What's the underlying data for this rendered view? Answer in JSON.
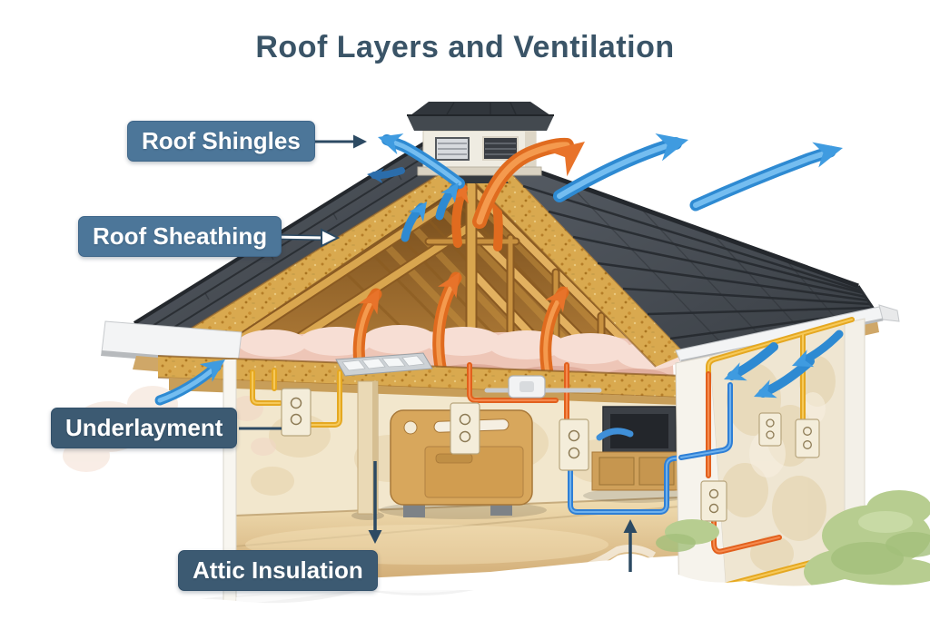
{
  "title": "Roof Layers and Ventilation",
  "labels": {
    "roof_shingles": "Roof Shingles",
    "roof_sheathing": "Roof Sheathing",
    "underlayment": "Underlayment",
    "attic_insulation": "Attic Insulation"
  },
  "colors": {
    "title_text": "#3a5467",
    "callout_box_light": "#4c7699",
    "callout_box_dark": "#3c5a72",
    "callout_text": "#ffffff",
    "leader_arrow": "#2c4a63",
    "shingles": "#42474e",
    "sheathing_osb": "#d9a94f",
    "framing_wood": "#d29c48",
    "insulation_pink": "#efc7b8",
    "warm_air_arrow": "#e8732a",
    "cool_air_arrow": "#3f9be0",
    "interior_wall": "#f2e7cd",
    "exterior_wall": "#efe6d2",
    "floor": "#e2c794",
    "pipe_orange": "#e2601d",
    "pipe_blue": "#2e7fd6",
    "conduit_yellow": "#e5a821",
    "grass": "#b7cd90",
    "gutter_white": "#f3f4f5"
  }
}
